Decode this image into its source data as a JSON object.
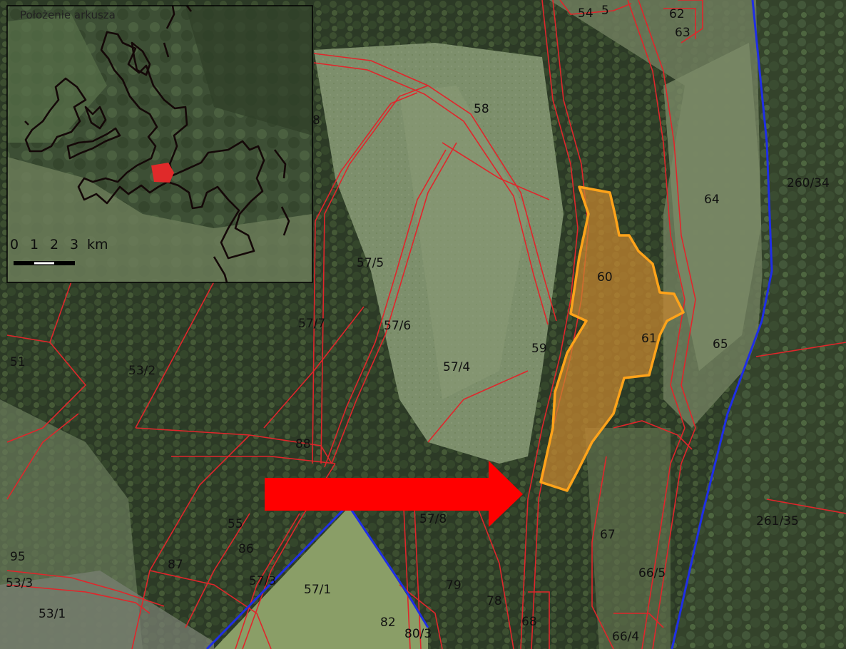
{
  "inset": {
    "title": "Położenie arkusza",
    "scalebar": {
      "ticks": [
        "0",
        "1",
        "2",
        "3"
      ],
      "unit": "km"
    }
  },
  "parcels": [
    "54",
    "5",
    "62",
    "63",
    "8",
    "58",
    "260/34",
    "64",
    "57/5",
    "60",
    "57/7",
    "57/6",
    "59",
    "61",
    "65",
    "51",
    "53/2",
    "57/4",
    "88",
    "55",
    "57/8",
    "261/35",
    "86",
    "67",
    "95",
    "87",
    "53/3",
    "57/3",
    "66/5",
    "57/1",
    "79",
    "53/1",
    "78",
    "82",
    "80/3",
    "68",
    "66/4"
  ],
  "colors": {
    "parcel_boundary": "#e0262b",
    "admin_boundary": "#1f2ee6",
    "highlight_fill": "#c8862f",
    "highlight_stroke": "#ffa31a",
    "arrow": "#ff0000"
  },
  "annotations": {
    "arrow_direction": "right"
  }
}
